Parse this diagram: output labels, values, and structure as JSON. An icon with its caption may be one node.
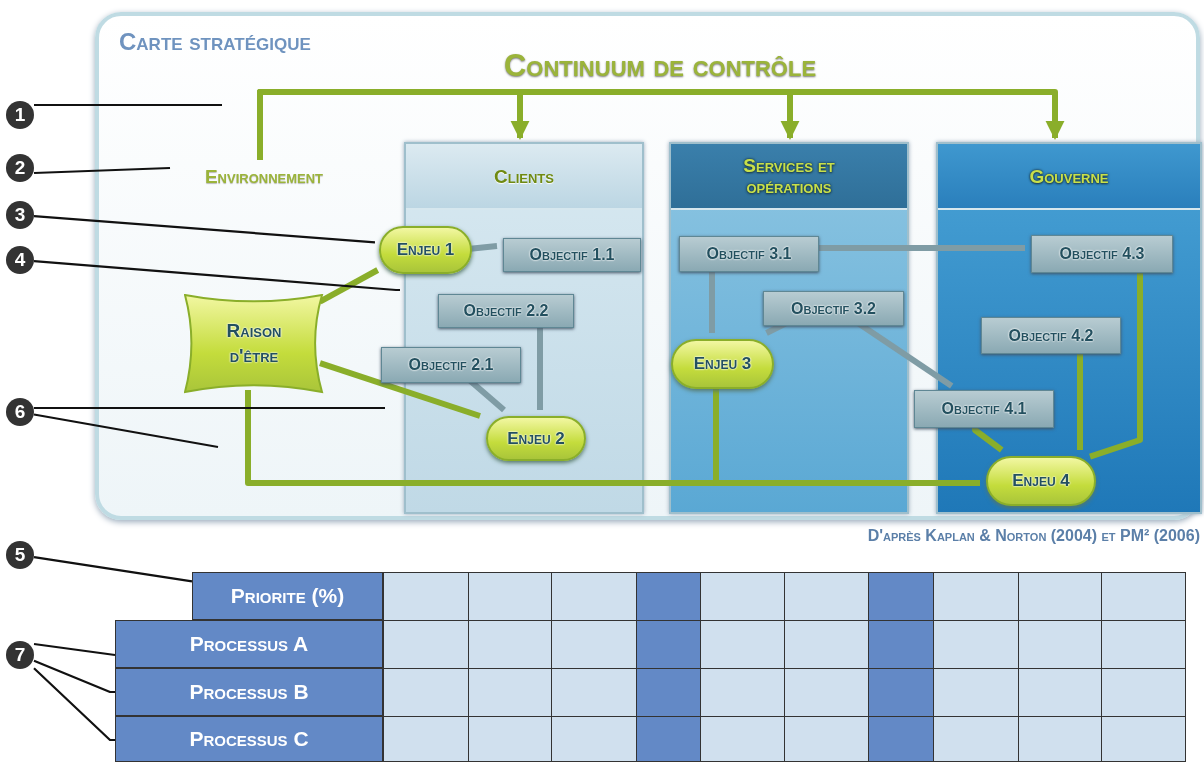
{
  "diagram": {
    "caption": "D'après Kaplan & Norton (2004) et PM² (2006)",
    "nodes": [
      {
        "text": [
          "Carte stratégique"
        ]
      },
      {
        "text": [
          "Environnement"
        ],
        "in": 0
      },
      {
        "text": [
          "Clients"
        ],
        "in": 0
      },
      {
        "text": [
          "Services et opérations"
        ],
        "in": 0
      },
      {
        "text": [
          "Gouverne"
        ],
        "in": 0
      },
      {
        "text": [
          "Raison d'être"
        ],
        "in": 0
      },
      {
        "text": [
          "Enjeu 1"
        ],
        "in": 0
      },
      {
        "text": [
          "Objectif 1.1"
        ],
        "in": 2
      },
      {
        "text": [
          "Objectif 2.2"
        ],
        "in": 2
      },
      {
        "text": [
          "Objectif 2.1"
        ],
        "in": 2
      },
      {
        "text": [
          "Enjeu 2"
        ],
        "in": 2
      },
      {
        "text": [
          "Objectif 3.1"
        ],
        "in": 3
      },
      {
        "text": [
          "Objectif 3.2"
        ],
        "in": 3
      },
      {
        "text": [
          "Enjeu 3"
        ],
        "in": 3
      },
      {
        "text": [
          "Objectif 4.3"
        ],
        "in": 4
      },
      {
        "text": [
          "Objectif 4.2"
        ],
        "in": 4
      },
      {
        "text": [
          "Objectif 4.1"
        ],
        "in": 0
      },
      {
        "text": [
          "Enjeu 4"
        ],
        "in": 4
      },
      {
        "text": [
          "1"
        ]
      },
      {
        "text": [
          "2"
        ]
      },
      {
        "text": [
          "3"
        ]
      },
      {
        "text": [
          "4"
        ]
      },
      {
        "text": [
          "6"
        ]
      },
      {
        "text": [
          "5"
        ]
      },
      {
        "text": [
          "7"
        ]
      },
      {
        "text": [
          "Priorite (%)"
        ]
      },
      {
        "text": [
          "Processus A"
        ]
      },
      {
        "text": [
          "Processus B"
        ]
      },
      {
        "text": [
          "Processus C"
        ]
      }
    ],
    "edges": [
      {
        "from": 1,
        "to": 2,
        "arrow": "to",
        "color": "#8aae2a"
      },
      {
        "from": 1,
        "to": 3,
        "arrow": "to",
        "color": "#8aae2a"
      },
      {
        "from": 1,
        "to": 4,
        "arrow": "to",
        "color": "#8aae2a"
      },
      {
        "from": 6,
        "to": 7,
        "arrow": "none",
        "color": "#7f9ca5"
      },
      {
        "from": 5,
        "to": 6,
        "arrow": "none",
        "color": "#8aae2a"
      },
      {
        "from": 5,
        "to": 10,
        "arrow": "none",
        "color": "#8aae2a"
      },
      {
        "from": 9,
        "to": 10,
        "arrow": "none",
        "color": "#7f9ca5"
      },
      {
        "from": 8,
        "to": 10,
        "arrow": "none",
        "color": "#7f9ca5"
      },
      {
        "from": 11,
        "to": 13,
        "arrow": "none",
        "color": "#7f9ca5"
      },
      {
        "from": 12,
        "to": 13,
        "arrow": "none",
        "color": "#7f9ca5"
      },
      {
        "from": 11,
        "to": 14,
        "arrow": "none",
        "color": "#7f9ca5"
      },
      {
        "from": 12,
        "to": 16,
        "arrow": "none",
        "color": "#7f9ca5"
      },
      {
        "from": 16,
        "to": 17,
        "arrow": "none",
        "color": "#8aae2a"
      },
      {
        "from": 15,
        "to": 17,
        "arrow": "none",
        "color": "#8aae2a"
      },
      {
        "from": 14,
        "to": 17,
        "arrow": "none",
        "color": "#8aae2a"
      },
      {
        "from": 5,
        "to": 17,
        "arrow": "none",
        "color": "#8aae2a"
      },
      {
        "from": 13,
        "to": 17,
        "arrow": "none",
        "color": "#8aae2a"
      },
      {
        "from": 18,
        "to": null,
        "arrow": "none",
        "color": "#111111"
      },
      {
        "from": 19,
        "to": 1,
        "arrow": "none",
        "color": "#111111"
      },
      {
        "from": 20,
        "to": 6,
        "arrow": "none",
        "color": "#111111"
      },
      {
        "from": 21,
        "to": 2,
        "arrow": "none",
        "color": "#111111"
      },
      {
        "from": 22,
        "to": null,
        "arrow": "none",
        "color": "#111111"
      },
      {
        "from": 22,
        "to": null,
        "arrow": "none",
        "color": "#111111"
      },
      {
        "from": 23,
        "to": 25,
        "arrow": "none",
        "color": "#111111"
      },
      {
        "from": 24,
        "to": 26,
        "arrow": "none",
        "color": "#111111"
      },
      {
        "from": 24,
        "to": 27,
        "arrow": "none",
        "color": "#111111"
      },
      {
        "from": 24,
        "to": 28,
        "arrow": "none",
        "color": "#111111"
      }
    ],
    "labels": [
      "Continuum de contrôle"
    ]
  }
}
